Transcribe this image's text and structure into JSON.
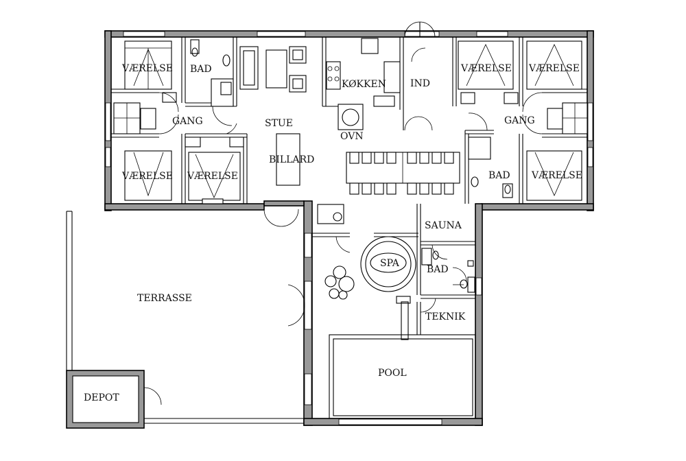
{
  "rooms": {
    "vaerelse_nw": "VÆRELSE",
    "bad_nw": "BAD",
    "gang_w": "GANG",
    "vaerelse_sw1": "VÆRELSE",
    "vaerelse_sw2": "VÆRELSE",
    "stue": "STUE",
    "billard": "BILLARD",
    "kokken": "KØKKEN",
    "ovn": "OVN",
    "ind": "IND",
    "vaerelse_ne1": "VÆRELSE",
    "vaerelse_ne2": "VÆRELSE",
    "gang_e": "GANG",
    "bad_e": "BAD",
    "vaerelse_se": "VÆRELSE",
    "sauna": "SAUNA",
    "spa": "SPA",
    "bad_spa": "BAD",
    "teknik": "TEKNIK",
    "pool": "POOL",
    "terrasse": "TERRASSE",
    "depot": "DEPOT"
  }
}
